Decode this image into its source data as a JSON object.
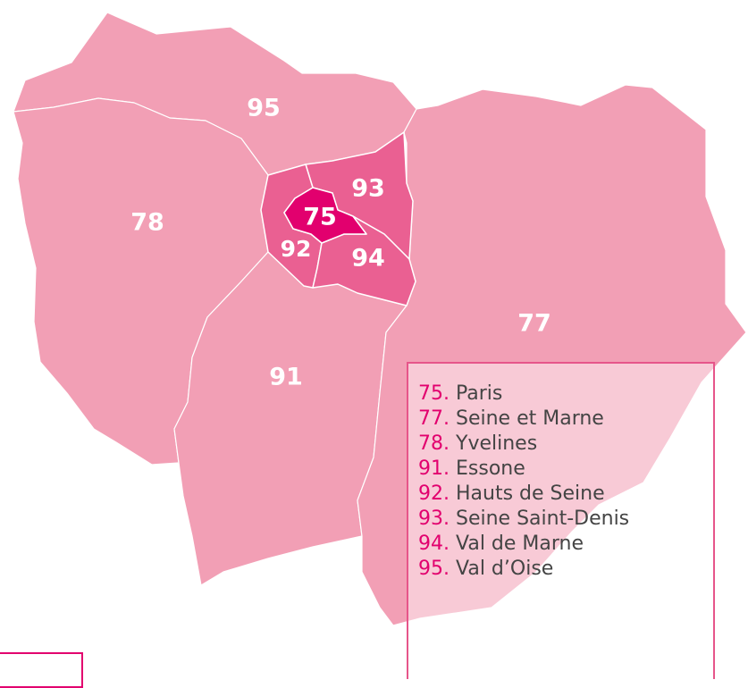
{
  "map": {
    "colors": {
      "outer": "#f29fb5",
      "inner": "#ea6092",
      "center": "#e2006e",
      "border": "#ffffff",
      "accent": "#e2006e",
      "legend_text": "#444444"
    },
    "departments": [
      {
        "code": "75",
        "name": "Paris"
      },
      {
        "code": "77",
        "name": "Seine et Marne"
      },
      {
        "code": "78",
        "name": "Yvelines"
      },
      {
        "code": "91",
        "name": "Essone"
      },
      {
        "code": "92",
        "name": "Hauts de Seine"
      },
      {
        "code": "93",
        "name": "Seine Saint-Denis"
      },
      {
        "code": "94",
        "name": "Val de Marne"
      },
      {
        "code": "95",
        "name": "Val d’Oise"
      }
    ]
  },
  "legend": {
    "separator": ". ",
    "items": [
      {
        "num": "75",
        "name": "Paris"
      },
      {
        "num": "77",
        "name": "Seine et Marne"
      },
      {
        "num": "78",
        "name": "Yvelines"
      },
      {
        "num": "91",
        "name": "Essone"
      },
      {
        "num": "92",
        "name": "Hauts de Seine"
      },
      {
        "num": "93",
        "name": "Seine Saint-Denis"
      },
      {
        "num": "94",
        "name": "Val de Marne"
      },
      {
        "num": "95",
        "name": "Val d’Oise"
      }
    ]
  }
}
